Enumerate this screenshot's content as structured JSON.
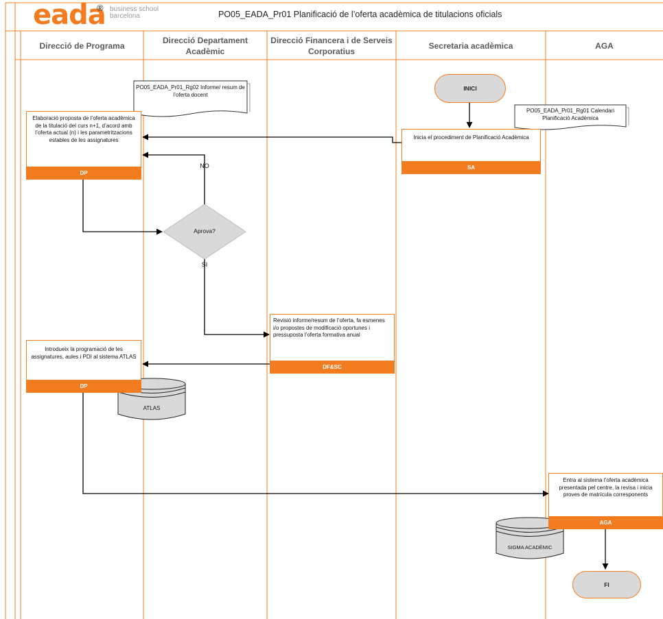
{
  "header": {
    "logo": "eada",
    "logo_mark": "®",
    "logo_sub_1": "business school",
    "logo_sub_2": "barcelona",
    "title": "PO05_EADA_Pr01 Planificació de l’oferta acadèmica de titulacions oficials"
  },
  "lanes": [
    {
      "label": "Direcció de Programa"
    },
    {
      "label": "Direcció Departament Acadèmic"
    },
    {
      "label": "Direcció Financera i de Serveis Corporatius"
    },
    {
      "label": "Secretaria acadèmica"
    },
    {
      "label": "AGA"
    }
  ],
  "nodes": {
    "start": "INICI",
    "end": "FI",
    "decision": "Aprova?",
    "sa_task": {
      "text": "Inicia el procediment de Planificació Acadèmica",
      "role": "SA"
    },
    "dp_task1": {
      "text": "Elaboració proposta de l’oferta acadèmica de la titulació del curs n+1, d’acord amb l’oferta actual (n) i les parametritzacions estables de les assignatures",
      "role": "DP"
    },
    "dfsc_task": {
      "text": "Revisió informe/resum de l’oferta, fa esmenes i/o propostes de modificació oportunes i pressuposta l’oferta formativa anual",
      "role": "DF&SC"
    },
    "dp_task2": {
      "text": "Introdueix la programació de les assignatures, aules i PDI al sistema ATLAS",
      "role": "DP"
    },
    "aga_task": {
      "text": "Entra al sistema l’oferta acadèmica presentada pel centre, la revisa i inicia proves de matrícula corresponents",
      "role": "AGA"
    },
    "doc_informe": "PO05_EADA_Pr01_Rg02 Informe/ resum de l’oferta docent",
    "doc_calendari": "PO05_EADA_Pr01_Rg01 Calendari Planificació Acadèmica",
    "db_atlas": "ATLAS",
    "db_sigma": "SIGMA ACADÈMIC",
    "label_no": "NO",
    "label_si": "SI"
  },
  "colors": {
    "accent": "#f47c20",
    "shape_fill": "#d9d9d9",
    "line": "#000000"
  }
}
